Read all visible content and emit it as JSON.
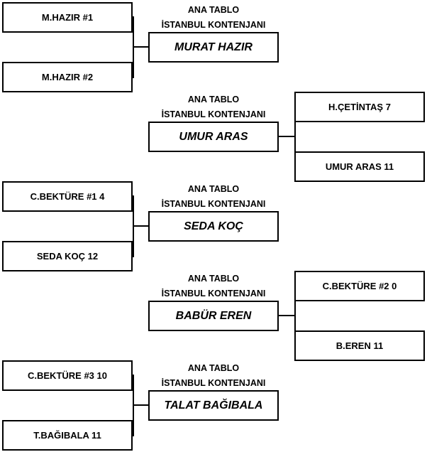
{
  "matches": [
    {
      "player_a": "M.HAZIR #1",
      "player_b": "M.HAZIR #2",
      "caption_line1": "ANA TABLO",
      "caption_line2": "İSTANBUL KONTENJANI",
      "winner": "MURAT HAZIR"
    },
    {
      "player_a": "H.ÇETİNTAŞ  7",
      "player_b": "UMUR ARAS  11",
      "caption_line1": "ANA TABLO",
      "caption_line2": "İSTANBUL KONTENJANI",
      "winner": "UMUR ARAS"
    },
    {
      "player_a": "C.BEKTÜRE #1  4",
      "player_b": "SEDA KOÇ  12",
      "caption_line1": "ANA TABLO",
      "caption_line2": "İSTANBUL KONTENJANI",
      "winner": "SEDA KOÇ"
    },
    {
      "player_a": "C.BEKTÜRE #2  0",
      "player_b": "B.EREN  11",
      "caption_line1": "ANA TABLO",
      "caption_line2": "İSTANBUL KONTENJANI",
      "winner": "BABÜR EREN"
    },
    {
      "player_a": "C.BEKTÜRE #3  10",
      "player_b": "T.BAĞIBALA  11",
      "caption_line1": "ANA TABLO",
      "caption_line2": "İSTANBUL KONTENJANI",
      "winner": "TALAT BAĞIBALA"
    }
  ]
}
